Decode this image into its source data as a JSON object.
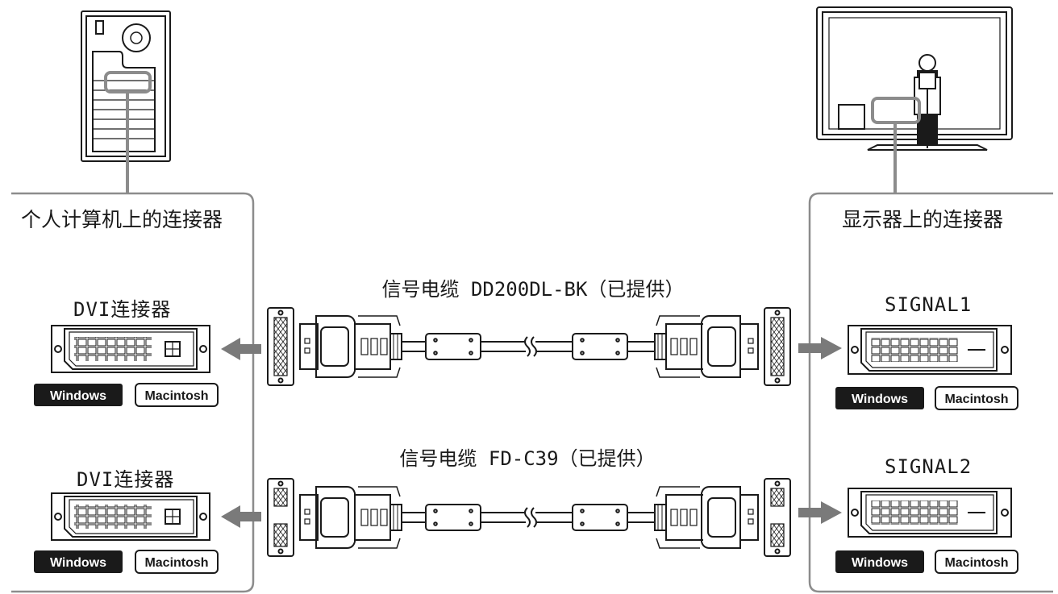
{
  "left_panel": {
    "title": "个人计算机上的连接器",
    "connectors": [
      {
        "label": "DVI连接器",
        "badges": [
          "Windows",
          "Macintosh"
        ]
      },
      {
        "label": "DVI连接器",
        "badges": [
          "Windows",
          "Macintosh"
        ]
      }
    ]
  },
  "right_panel": {
    "title": "显示器上的连接器",
    "connectors": [
      {
        "label": "SIGNAL1",
        "badges": [
          "Windows",
          "Macintosh"
        ]
      },
      {
        "label": "SIGNAL2",
        "badges": [
          "Windows",
          "Macintosh"
        ]
      }
    ]
  },
  "cables": [
    {
      "label": "信号电缆 DD200DL-BK（已提供）"
    },
    {
      "label": "信号电缆 FD-C39（已提供）"
    }
  ],
  "colors": {
    "line": "#1a1a1a",
    "panel_border": "#8c8c8c",
    "arrow": "#7a7a7a",
    "badge_fill": "#1a1a1a",
    "badge_text_dark": "#ffffff"
  }
}
